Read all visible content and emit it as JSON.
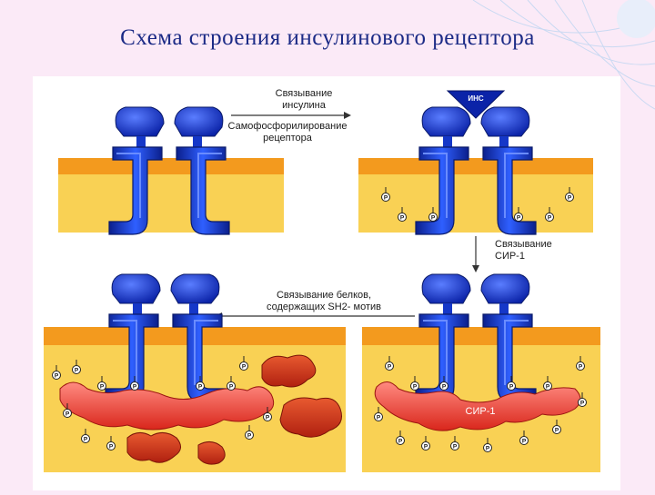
{
  "title": "Схема строения инсулинового рецептора",
  "captions": {
    "step1_line1": "Связывание",
    "step1_line2": "инсулина",
    "step2_line1": "Самофосфорилирование",
    "step2_line2": "рецептора",
    "step3_line1": "Связывание",
    "step3_line2": "СИР-1",
    "step4_line1": "Связывание белков,",
    "step4_line2": "содержащих SH2- мотив"
  },
  "labels": {
    "insulin": "ИНС",
    "sir1": "СИР-1",
    "phosphate": "P"
  },
  "colors": {
    "title": "#1b2a86",
    "receptor": "#1537c8",
    "membrane": "#f39a1e",
    "cytoplasm": "#f9d154",
    "sir_protein": "#e3362a",
    "sh2_protein": "#c8321b"
  }
}
